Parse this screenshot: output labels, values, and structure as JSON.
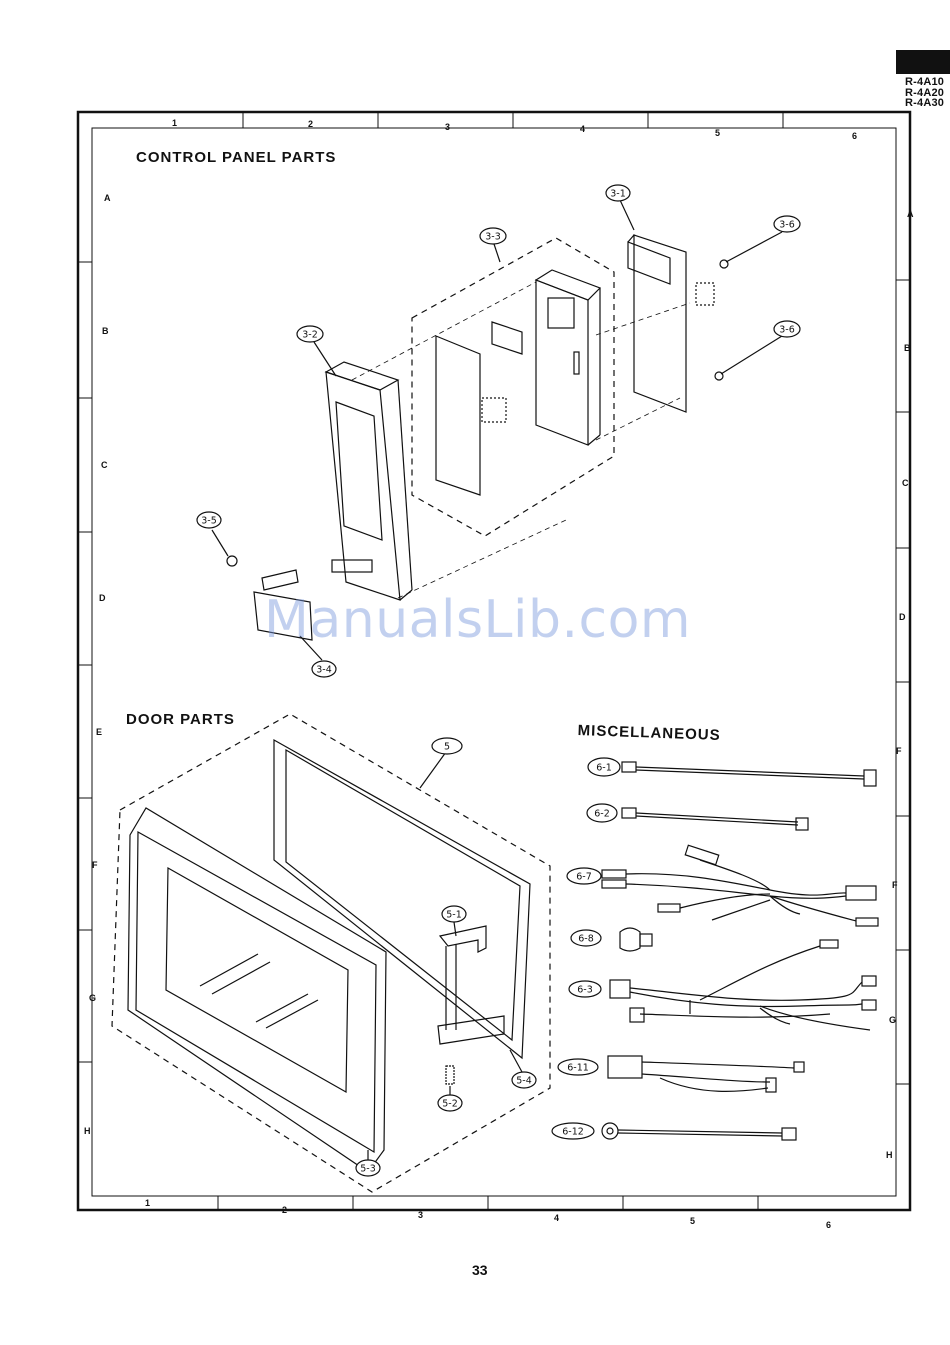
{
  "header": {
    "model_codes": [
      "R-4A10",
      "R-4A20",
      "R-4A30"
    ]
  },
  "frame": {
    "columns_top": [
      "1",
      "2",
      "3",
      "4",
      "5",
      "6"
    ],
    "columns_bottom": [
      "1",
      "2",
      "3",
      "4",
      "5",
      "6"
    ],
    "rows_left": [
      "A",
      "B",
      "C",
      "D",
      "E",
      "F",
      "G",
      "H"
    ],
    "rows_right": [
      "A",
      "B",
      "C",
      "D",
      "F",
      "F",
      "G",
      "H"
    ]
  },
  "sections": {
    "control_panel": {
      "title": "CONTROL PANEL PARTS"
    },
    "door": {
      "title": "DOOR PARTS"
    },
    "misc": {
      "title": "MISCELLANEOUS"
    }
  },
  "callouts": {
    "cp_3_1": "3-1",
    "cp_3_3": "3-3",
    "cp_3_6a": "3-6",
    "cp_3_2": "3-2",
    "cp_3_6b": "3-6",
    "cp_3_5": "3-5",
    "cp_3_4": "3-4",
    "door_5": "5",
    "door_5_1": "5-1",
    "door_5_4": "5-4",
    "door_5_2": "5-2",
    "door_5_3": "5-3",
    "misc_6_1": "6-1",
    "misc_6_2": "6-2",
    "misc_6_7": "6-7",
    "misc_6_8": "6-8",
    "misc_6_3": "6-3",
    "misc_6_11": "6-11",
    "misc_6_12": "6-12"
  },
  "watermark": "ManualsLib.com",
  "page_number": "33"
}
